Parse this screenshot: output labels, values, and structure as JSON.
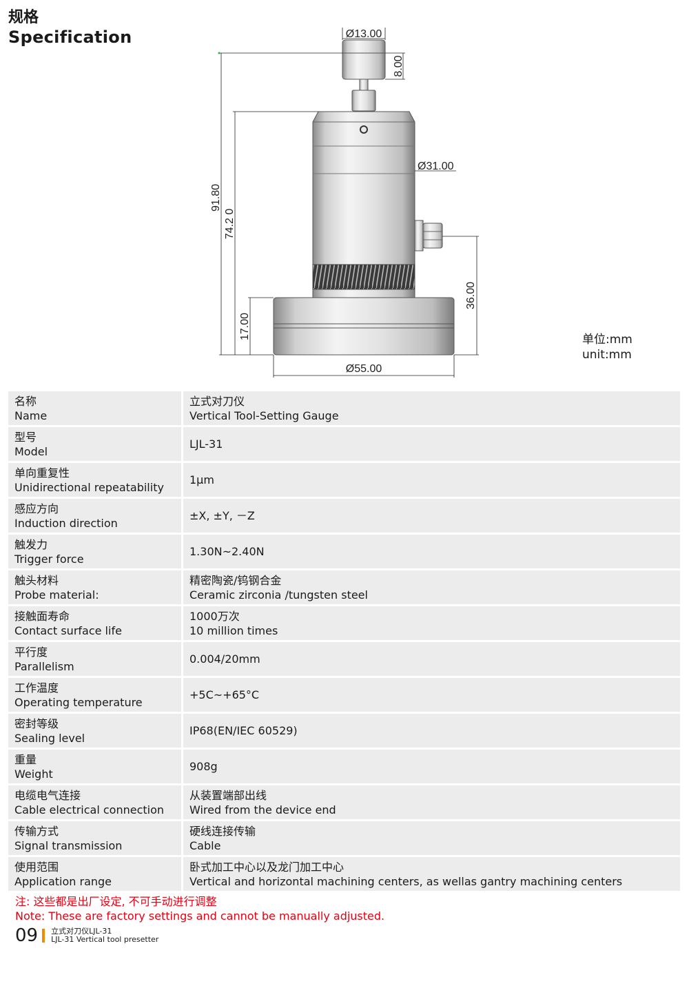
{
  "header": {
    "title_zh": "规格",
    "title_en": "Specification"
  },
  "drawing": {
    "dims": {
      "top_diameter": "Ø13.00",
      "top_height": "8.00",
      "body_diameter": "Ø31.00",
      "total_height": "91.80",
      "body_height": "74.2 0",
      "cable_height": "36.00",
      "base_height": "17.00",
      "base_diameter": "Ø55.00"
    },
    "unit_zh": "单位:mm",
    "unit_en": "unit:mm"
  },
  "spec": {
    "rows": [
      {
        "label_zh": "名称",
        "label_en": "Name",
        "value_zh": "立式对刀仪",
        "value_en": "Vertical Tool-Setting Gauge"
      },
      {
        "label_zh": "型号",
        "label_en": "Model",
        "value_zh": "LJL-31",
        "value_en": ""
      },
      {
        "label_zh": "单向重复性",
        "label_en": "Unidirectional repeatability",
        "value_zh": "1μm",
        "value_en": ""
      },
      {
        "label_zh": "感应方向",
        "label_en": "Induction direction",
        "value_zh": "±X, ±Y, －Z",
        "value_en": ""
      },
      {
        "label_zh": "触发力",
        "label_en": "Trigger force",
        "value_zh": "1.30N~2.40N",
        "value_en": ""
      },
      {
        "label_zh": "触头材料",
        "label_en": "Probe material:",
        "value_zh": "精密陶瓷/钨钢合金",
        "value_en": "Ceramic zirconia /tungsten steel"
      },
      {
        "label_zh": "接触面寿命",
        "label_en": "Contact surface life",
        "value_zh": "1000万次",
        "value_en": "10 million times"
      },
      {
        "label_zh": "平行度",
        "label_en": "Parallelism",
        "value_zh": "0.004/20mm",
        "value_en": ""
      },
      {
        "label_zh": "工作温度",
        "label_en": "Operating temperature",
        "value_zh": "+5C~+65°C",
        "value_en": ""
      },
      {
        "label_zh": "密封等级",
        "label_en": "Sealing level",
        "value_zh": "IP68(EN/IEC 60529)",
        "value_en": ""
      },
      {
        "label_zh": "重量",
        "label_en": "Weight",
        "value_zh": "908g",
        "value_en": ""
      },
      {
        "label_zh": "电缆电气连接",
        "label_en": "Cable electrical connection",
        "value_zh": "从装置端部出线",
        "value_en": "Wired from the device end"
      },
      {
        "label_zh": "传输方式",
        "label_en": "Signal transmission",
        "value_zh": "硬线连接传输",
        "value_en": "Cable"
      },
      {
        "label_zh": "使用范围",
        "label_en": "Application range",
        "value_zh": "卧式加工中心以及龙门加工中心",
        "value_en": "Vertical and horizontal machining centers, as wellas gantry machining centers"
      }
    ]
  },
  "note": {
    "zh": "注: 这些都是出厂设定, 不可手动进行调整",
    "en": "Note: These are factory settings and cannot be manually adjusted."
  },
  "footer": {
    "page": "09",
    "line1": "立式对刀仪LJL-31",
    "line2": "LJL-31 Vertical tool presetter"
  },
  "colors": {
    "note": "#e60012",
    "accent": "#f08c00",
    "row_bg": "#ececec"
  }
}
